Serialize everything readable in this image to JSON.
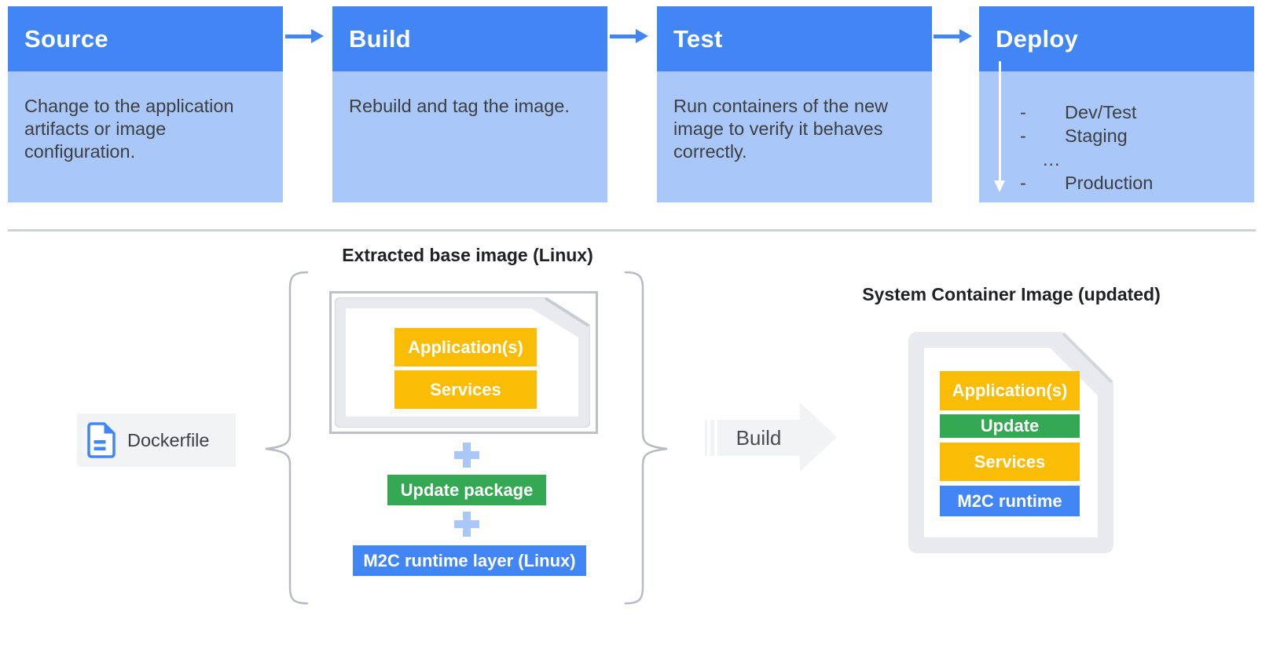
{
  "pipeline": {
    "steps": [
      {
        "title": "Source",
        "description": "Change to the application artifacts or image configuration."
      },
      {
        "title": "Build",
        "description": "Rebuild and tag the image."
      },
      {
        "title": "Test",
        "description": "Run containers of the new image to verify it behaves correctly."
      },
      {
        "title": "Deploy",
        "items": [
          {
            "bullet": "-",
            "label": "Dev/Test"
          },
          {
            "bullet": "-",
            "label": "Staging"
          },
          {
            "bullet": "",
            "label": "..."
          },
          {
            "bullet": "-",
            "label": "Production"
          }
        ]
      }
    ]
  },
  "build_flow": {
    "dockerfile_label": "Dockerfile",
    "base_image_title": "Extracted base image (Linux)",
    "base_image_layers": [
      {
        "label": "Application(s)",
        "color": "#FBBC04"
      },
      {
        "label": "Services",
        "color": "#FBBC04"
      }
    ],
    "plus_sign": "+",
    "update_package_label": "Update package",
    "runtime_layer_label": "M2C runtime layer (Linux)",
    "build_arrow_label": "Build",
    "result_title": "System Container Image (updated)",
    "result_layers": [
      {
        "label": "Application(s)",
        "color": "#FBBC04"
      },
      {
        "label": "Update",
        "color": "#34A853"
      },
      {
        "label": "Services",
        "color": "#FBBC04"
      },
      {
        "label": "M2C runtime",
        "color": "#4285F4"
      }
    ]
  },
  "colors": {
    "step_header_blue": "#4285F4",
    "step_body_blue": "#A9C7F8",
    "yellow": "#FBBC04",
    "green": "#34A853",
    "blue": "#4285F4",
    "plus_blue": "#A9C7F8",
    "chip_gray": "#F1F3F4",
    "doc_gray": "#E8EAED",
    "text_dark": "#3C4043",
    "title_dark": "#202124"
  }
}
